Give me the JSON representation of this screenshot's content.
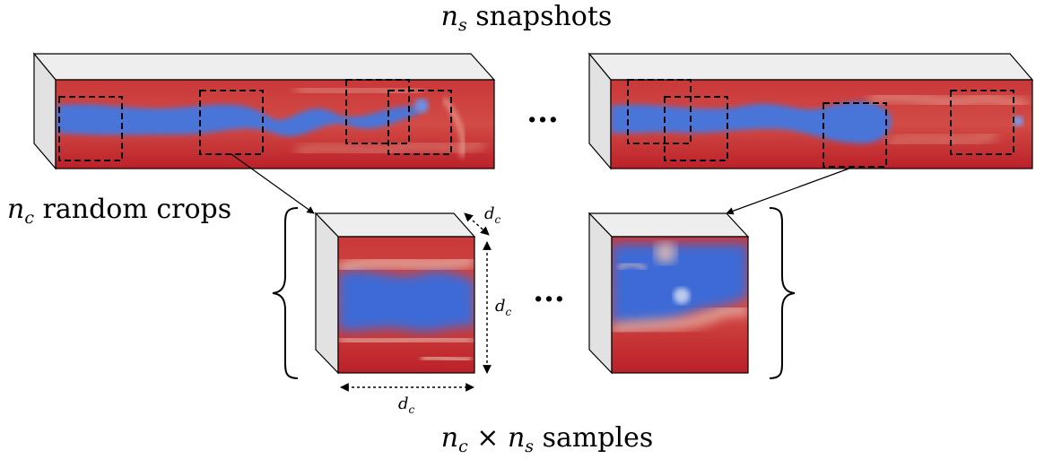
{
  "labels": {
    "top_title": {
      "var": "n",
      "sub": "s",
      "text": " snapshots"
    },
    "crops": {
      "var": "n",
      "sub": "c",
      "text": " random crops"
    },
    "bottom_title": {
      "var1": "n",
      "sub1": "c",
      "times": " × ",
      "var2": "n",
      "sub2": "s",
      "text": " samples"
    },
    "dim_depth": {
      "var": "d",
      "sub": "c"
    },
    "dim_height": {
      "var": "d",
      "sub": "c"
    },
    "dim_width": {
      "var": "d",
      "sub": "c"
    },
    "ellipsis_top": "···",
    "ellipsis_mid": "···"
  },
  "colors": {
    "field_red": "#c1272d",
    "field_blue": "#2f62d3",
    "box_face": "#eeeeee",
    "box_side": "#e0e0e0",
    "outline": "#000000"
  }
}
